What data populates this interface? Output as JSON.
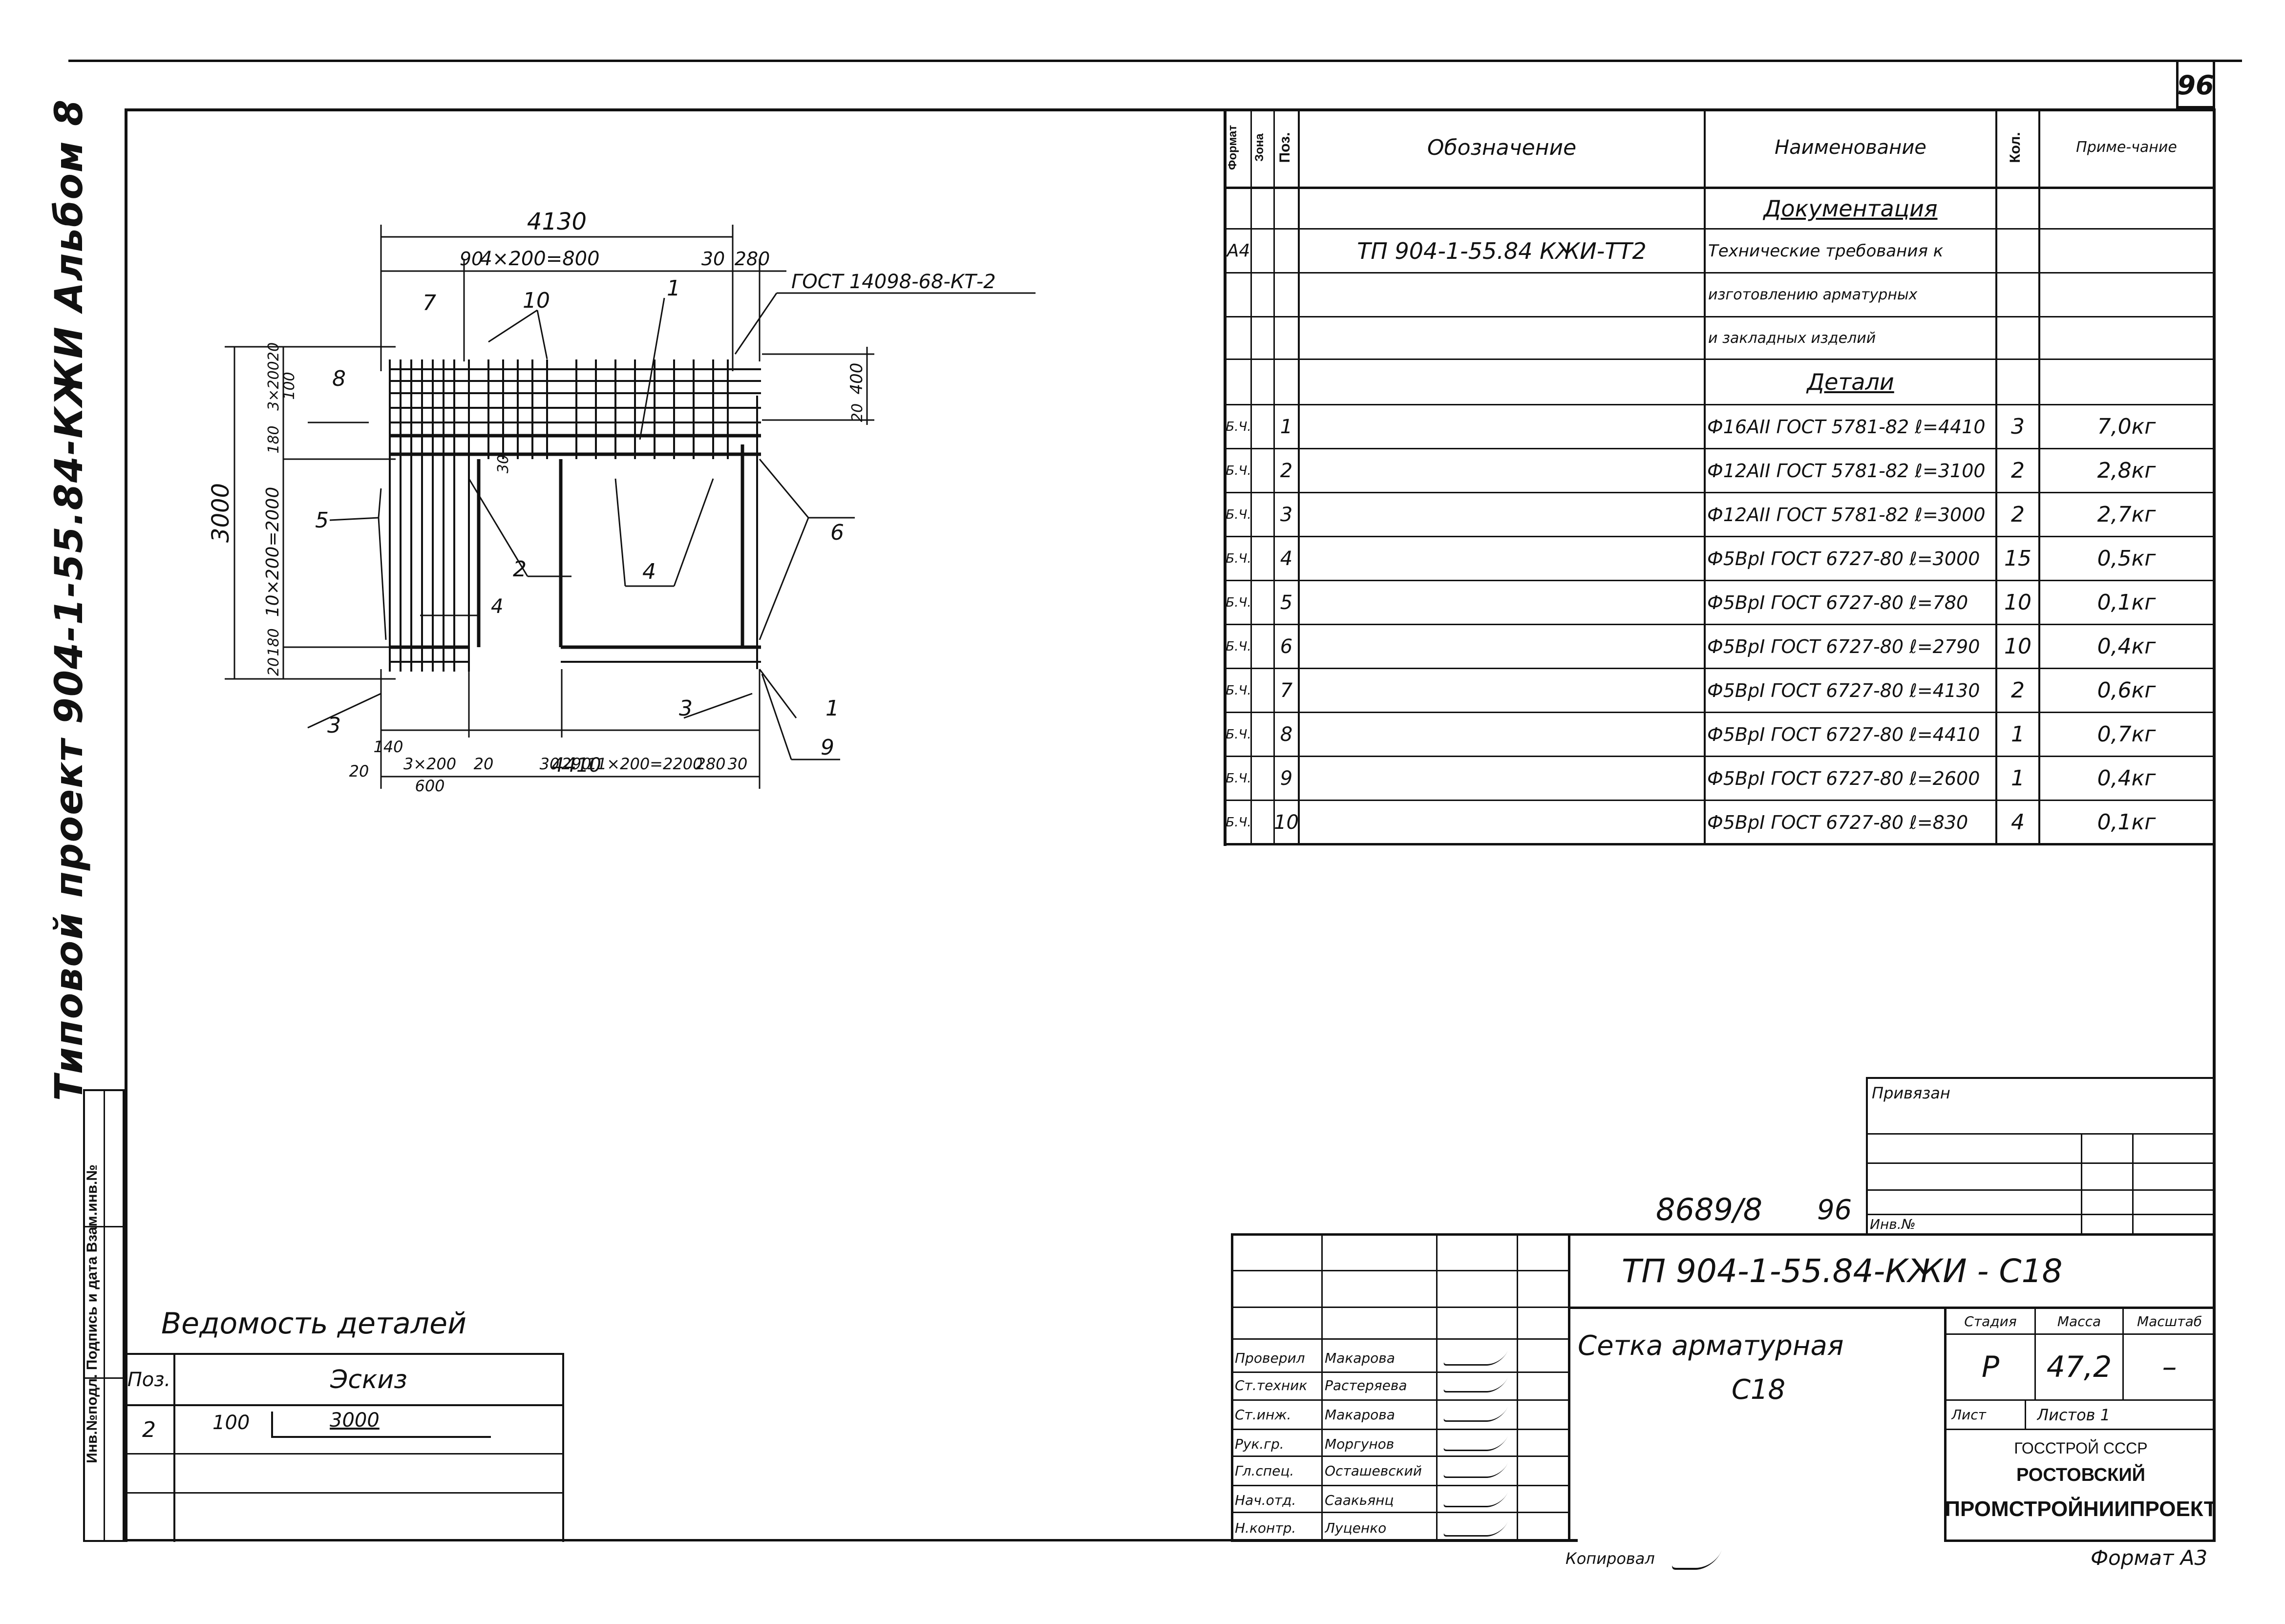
{
  "sheet": {
    "number": "96",
    "left_margin_title": "Типовой проект 904-1-55.84-КЖИ Альбом 8",
    "left_stamp": "Инв.№подл. Подпись и дата Взам.инв.№"
  },
  "spec_table": {
    "headers": {
      "format": "Формат",
      "zone": "Зона",
      "pos": "Поз.",
      "designation": "Обозначение",
      "name": "Наименование",
      "qty": "Кол.",
      "note": "Приме-чание"
    },
    "section_documents": "Документация",
    "doc_row": {
      "format": "А4",
      "designation": "ТП 904-1-55.84 КЖИ-ТТ2",
      "name_lines": [
        "Технические требования к",
        "изготовлению арматурных",
        "и закладных изделий"
      ]
    },
    "section_details": "Детали",
    "rows": [
      {
        "format": "Б.Ч.",
        "pos": "1",
        "name": "Ф16АII ГОСТ 5781-82 ℓ=4410",
        "qty": "3",
        "note": "7,0кг"
      },
      {
        "format": "Б.Ч.",
        "pos": "2",
        "name": "Ф12АII ГОСТ 5781-82 ℓ=3100",
        "qty": "2",
        "note": "2,8кг"
      },
      {
        "format": "Б.Ч.",
        "pos": "3",
        "name": "Ф12АII ГОСТ 5781-82 ℓ=3000",
        "qty": "2",
        "note": "2,7кг"
      },
      {
        "format": "Б.Ч.",
        "pos": "4",
        "name": "Ф5ВрI ГОСТ 6727-80 ℓ=3000",
        "qty": "15",
        "note": "0,5кг"
      },
      {
        "format": "Б.Ч.",
        "pos": "5",
        "name": "Ф5ВрI ГОСТ 6727-80 ℓ=780",
        "qty": "10",
        "note": "0,1кг"
      },
      {
        "format": "Б.Ч.",
        "pos": "6",
        "name": "Ф5ВрI ГОСТ 6727-80 ℓ=2790",
        "qty": "10",
        "note": "0,4кг"
      },
      {
        "format": "Б.Ч.",
        "pos": "7",
        "name": "Ф5ВрI ГОСТ 6727-80 ℓ=4130",
        "qty": "2",
        "note": "0,6кг"
      },
      {
        "format": "Б.Ч.",
        "pos": "8",
        "name": "Ф5ВрI ГОСТ 6727-80 ℓ=4410",
        "qty": "1",
        "note": "0,7кг"
      },
      {
        "format": "Б.Ч.",
        "pos": "9",
        "name": "Ф5ВрI ГОСТ 6727-80 ℓ=2600",
        "qty": "1",
        "note": "0,4кг"
      },
      {
        "format": "Б.Ч.",
        "pos": "10",
        "name": "Ф5ВрI ГОСТ 6727-80 ℓ=830",
        "qty": "4",
        "note": "0,1кг"
      }
    ]
  },
  "drawing": {
    "dims": {
      "top_overall": "4130",
      "top_left": "90",
      "top_span": "4×200=800",
      "top_r1": "30",
      "top_r2": "280",
      "bottom_overall": "4410",
      "bottom_parts": [
        "20",
        "140",
        "3×200",
        "600",
        "20",
        "30",
        "290",
        "11×200=2200",
        "280",
        "30"
      ],
      "left_overall": "3000",
      "left_mid": "10×200=2000",
      "left_top_a": "20",
      "left_top_b": "3×200",
      "left_top_c": "100",
      "left_top_d": "180",
      "left_bot_a": "20",
      "left_bot_b": "180",
      "right_dim": "400",
      "right_dim2": "20",
      "inner_dim": "30"
    },
    "weld_note": "ГОСТ 14098-68-КТ-2",
    "callouts": [
      "1",
      "2",
      "3",
      "3",
      "4",
      "4",
      "5",
      "6",
      "7",
      "8",
      "9",
      "10",
      "1"
    ]
  },
  "details_list": {
    "title": "Ведомость деталей",
    "header_pos": "Поз.",
    "header_sketch": "Эскиз",
    "row_pos": "2",
    "row_dim_a": "100",
    "row_dim_b": "3000"
  },
  "binding": {
    "label": "Привязан",
    "inv_label": "Инв.№",
    "inv_number": "8689/8",
    "inv_sheet": "96"
  },
  "title_block": {
    "code": "ТП 904-1-55.84-КЖИ - С18",
    "title_line1": "Сетка арматурная",
    "title_line2": "С18",
    "stage_label": "Стадия",
    "mass_label": "Масса",
    "scale_label": "Масштаб",
    "stage": "Р",
    "mass": "47,2",
    "scale": "–",
    "sheet_label": "Лист",
    "sheets_label": "Листов 1",
    "org1": "ГОССТРОЙ СССР",
    "org2": "РОСТОВСКИЙ",
    "org3": "ПРОМСТРОЙНИИПРОЕКТ",
    "people": [
      {
        "role": "Проверил",
        "name": "Макарова"
      },
      {
        "role": "Ст.техник",
        "name": "Растеряева"
      },
      {
        "role": "Ст.инж.",
        "name": "Макарова"
      },
      {
        "role": "Рук.гр.",
        "name": "Моргунов"
      },
      {
        "role": "Гл.спец.",
        "name": "Осташевский"
      },
      {
        "role": "Нач.отд.",
        "name": "Саакьянц"
      },
      {
        "role": "Н.контр.",
        "name": "Луценко"
      }
    ]
  },
  "footer": {
    "copied": "Копировал",
    "format": "Формат А3"
  }
}
